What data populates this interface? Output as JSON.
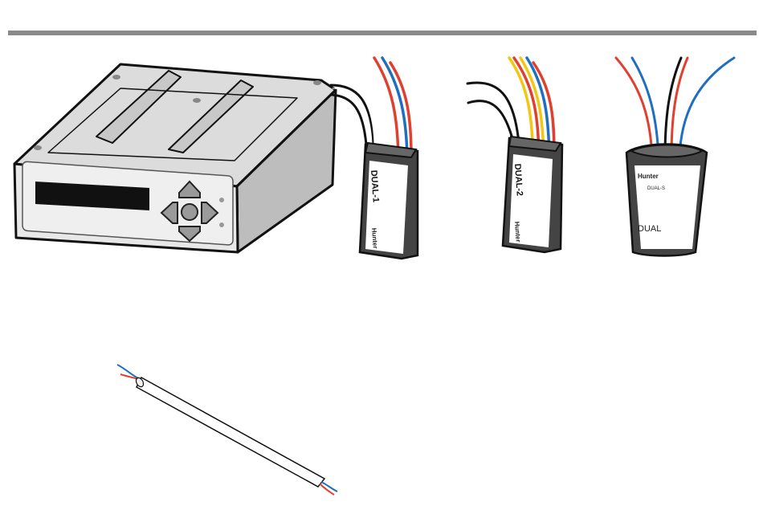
{
  "modules": {
    "dual1": {
      "name": "DUAL-1",
      "brand": "Hunter"
    },
    "dual2": {
      "name": "DUAL-2",
      "brand": "Hunter"
    },
    "dual_s": {
      "name": "DUAL",
      "sub": "DUAL-S",
      "brand": "Hunter"
    }
  },
  "colors": {
    "header_rule": "#8a8a8a",
    "wire_red": "#e0402f",
    "wire_blue": "#1f6fc0",
    "wire_yellow": "#f3c614",
    "wire_black": "#111111",
    "controller_body": "#dcdcdc",
    "module_body": "#4a4a4a"
  }
}
